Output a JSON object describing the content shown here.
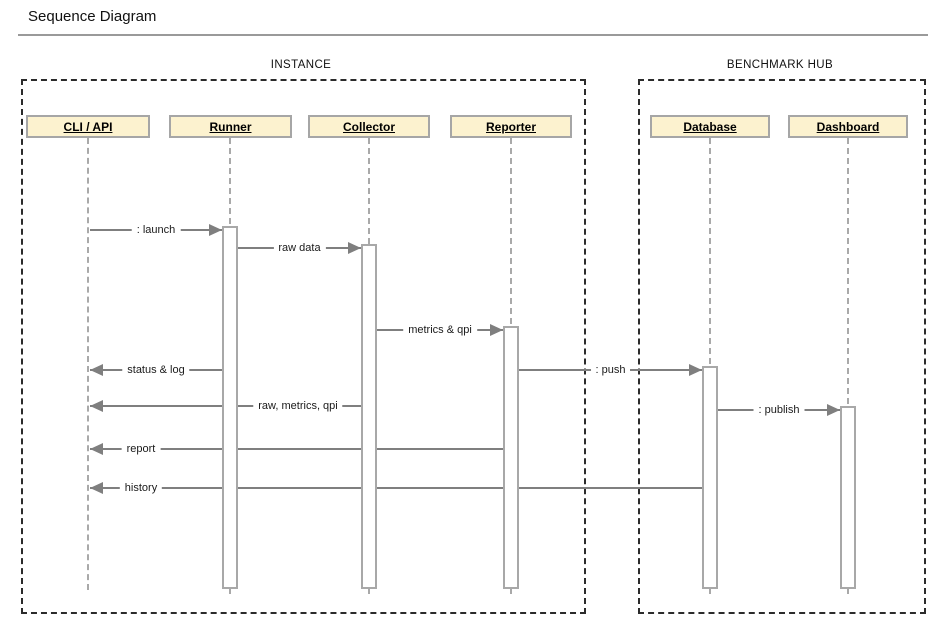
{
  "title": "Sequence Diagram",
  "frames": [
    {
      "label": "INSTANCE"
    },
    {
      "label": "BENCHMARK HUB"
    }
  ],
  "participants": [
    {
      "label": "CLI / API"
    },
    {
      "label": "Runner"
    },
    {
      "label": "Collector"
    },
    {
      "label": "Reporter"
    },
    {
      "label": "Database"
    },
    {
      "label": "Dashboard"
    }
  ],
  "messages": [
    {
      "label": ": launch",
      "from": "CLI / API",
      "to": "Runner"
    },
    {
      "label": "raw data",
      "from": "Runner",
      "to": "Collector"
    },
    {
      "label": "metrics & qpi",
      "from": "Collector",
      "to": "Reporter"
    },
    {
      "label": "status & log",
      "from": "Runner",
      "to": "CLI / API"
    },
    {
      "label": ": push",
      "from": "Reporter",
      "to": "Database"
    },
    {
      "label": "raw, metrics, qpi",
      "from": "Collector",
      "to": "CLI / API"
    },
    {
      "label": ": publish",
      "from": "Database",
      "to": "Dashboard"
    },
    {
      "label": "report",
      "from": "Reporter",
      "to": "CLI / API"
    },
    {
      "label": "history",
      "from": "Database",
      "to": "CLI / API"
    }
  ],
  "colors": {
    "participant_fill": "#FCF2CF",
    "participant_border": "#A6A6A6",
    "message_line": "#7F7F7F",
    "activation_border": "#A8A8A8",
    "lifeline": "#A9A9A9",
    "frame_border": "#2B2B2B",
    "title_rule": "#9A9A9A"
  }
}
